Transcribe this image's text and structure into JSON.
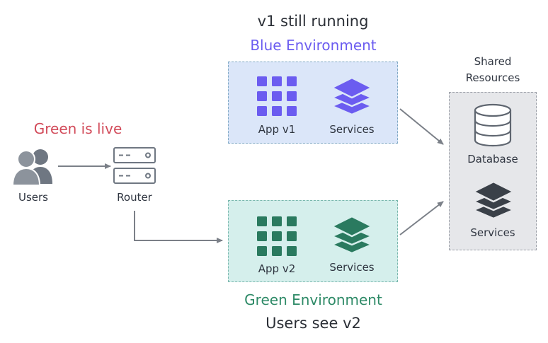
{
  "blue": {
    "caption": "v1 still running",
    "title": "Blue Environment",
    "app_label": "App v1",
    "services_label": "Services",
    "color": "#6b5cf0"
  },
  "green": {
    "caption": "Users see v2",
    "title": "Green Environment",
    "app_label": "App v2",
    "services_label": "Services",
    "color": "#2a7a5f"
  },
  "status": {
    "live_text": "Green is live",
    "color": "#d24b5a"
  },
  "users": {
    "label": "Users"
  },
  "router": {
    "label": "Router"
  },
  "shared": {
    "title_line1": "Shared",
    "title_line2": "Resources",
    "database_label": "Database",
    "services_label": "Services"
  },
  "icons": {
    "users": "users-icon",
    "router": "router-icon",
    "app_grid": "grid-icon",
    "services": "layers-icon",
    "database": "database-icon"
  }
}
